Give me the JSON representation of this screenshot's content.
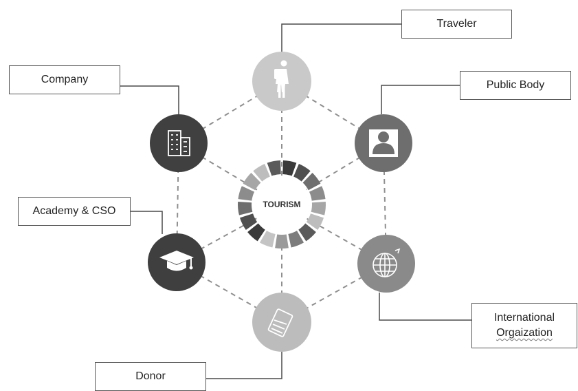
{
  "center": {
    "label": "TOURISM"
  },
  "stakeholders": [
    {
      "id": "traveler",
      "label": "Traveler",
      "icon": "hiker-icon",
      "color": "#c9c9c9"
    },
    {
      "id": "public-body",
      "label": "Public Body",
      "icon": "person-icon",
      "color": "#6e6e6e"
    },
    {
      "id": "international-organization",
      "label_line1": "International",
      "label_line2": "Orgaization",
      "icon": "globe-icon",
      "color": "#8a8a8a"
    },
    {
      "id": "donor",
      "label": "Donor",
      "icon": "ticket-icon",
      "color": "#bcbcbc"
    },
    {
      "id": "academy-cso",
      "label": "Academy & CSO",
      "icon": "graduation-cap-icon",
      "color": "#3f3f3f"
    },
    {
      "id": "company",
      "label": "Company",
      "icon": "building-icon",
      "color": "#404040"
    }
  ],
  "ring_colors": [
    "#3a3a3a",
    "#4f4f4f",
    "#6e6e6e",
    "#8c8c8c",
    "#a6a6a6",
    "#bdbdbd",
    "#5a5a5a",
    "#7c7c7c",
    "#9a9a9a",
    "#c4c4c4"
  ]
}
